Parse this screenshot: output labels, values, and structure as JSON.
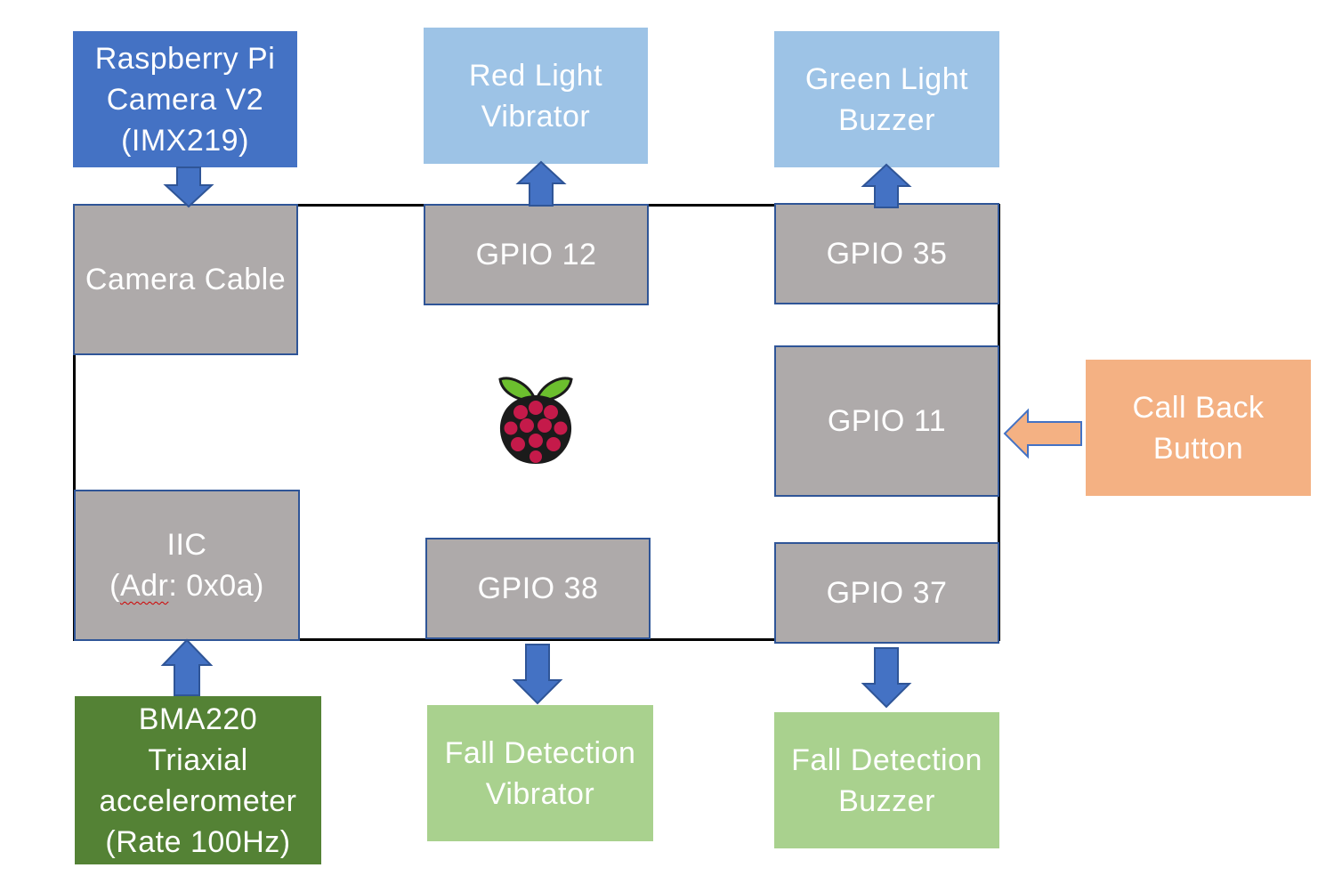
{
  "diagram": {
    "inputs": {
      "camera": {
        "lines": [
          "Raspberry Pi",
          "Camera V2",
          "(IMX219)"
        ]
      },
      "accelerometer": {
        "lines": [
          "BMA220",
          "Triaxial",
          "accelerometer",
          "(Rate 100Hz)"
        ]
      },
      "call_back_button": {
        "lines": [
          "Call Back",
          "Button"
        ]
      }
    },
    "board": {
      "logo_icon": "raspberry-pi-logo",
      "camera_cable": {
        "label": "Camera Cable"
      },
      "iic": {
        "line1": "IIC",
        "line2_prefix": "(",
        "line2_word": "Adr",
        "line2_suffix": ": 0x0a)"
      },
      "gpio_12": {
        "label": "GPIO 12"
      },
      "gpio_35": {
        "label": "GPIO 35"
      },
      "gpio_11": {
        "label": "GPIO 11"
      },
      "gpio_38": {
        "label": "GPIO 38"
      },
      "gpio_37": {
        "label": "GPIO 37"
      }
    },
    "outputs": {
      "red_light": {
        "lines": [
          "Red Light",
          "Vibrator"
        ]
      },
      "green_light": {
        "lines": [
          "Green Light",
          "Buzzer"
        ]
      },
      "fall_vibrator": {
        "lines": [
          "Fall Detection",
          "Vibrator"
        ]
      },
      "fall_buzzer": {
        "lines": [
          "Fall Detection",
          "Buzzer"
        ]
      }
    },
    "colors": {
      "module_gray": "#aeaaaa",
      "module_border": "#2f5597",
      "camera_blue": "#4472c4",
      "light_blue": "#9dc3e6",
      "button_orange": "#f4b183",
      "accel_green": "#548235",
      "output_green": "#a9d18e",
      "arrow_blue": "#4472c4",
      "arrow_orange": "#f4b183"
    }
  }
}
